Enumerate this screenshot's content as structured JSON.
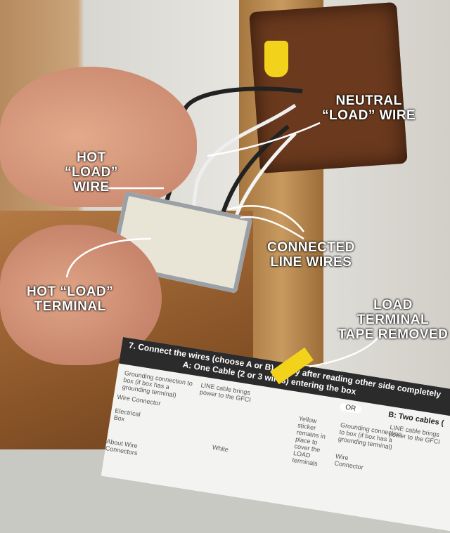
{
  "labels": {
    "neutral_load_wire": [
      "NEUTRAL",
      "“LOAD” WIRE"
    ],
    "hot_load_wire": [
      "HOT",
      "“LOAD”",
      "WIRE"
    ],
    "connected_line_wires": [
      "CONNECTED",
      "LINE WIRES"
    ],
    "hot_load_terminal": [
      "HOT “LOAD”",
      "TERMINAL"
    ],
    "load_terminal_tape_removed": [
      "LOAD TERMINAL",
      "TAPE REMOVED"
    ]
  },
  "sheet": {
    "heading": "7. Connect the wires (choose A or B)... only after reading other side completely",
    "option_a": "A: One Cable (2 or 3 wires) entering the box",
    "or": "OR",
    "option_b": "B: Two cables (",
    "a_grounding": "Grounding connection to box (if box has a grounding terminal)",
    "a_line": "LINE cable brings power to the GFCI",
    "a_wire_connector": "Wire Connector",
    "a_electrical_box": "Electrical Box",
    "a_white": "White",
    "a_yellow_sticker": "Yellow sticker remains in place to cover the LOAD terminals",
    "a_about": "About Wire Connectors",
    "b_line": "LINE cable brings power to the GFCI",
    "b_grounding": "Grounding connection to box (if box has a grounding terminal)",
    "b_wire_connector": "Wire Connector"
  },
  "colors": {
    "label": "#ffffff",
    "wire_nut": "#f2d21a",
    "tape": "#f2d21a",
    "box": "#6b3a1e"
  }
}
